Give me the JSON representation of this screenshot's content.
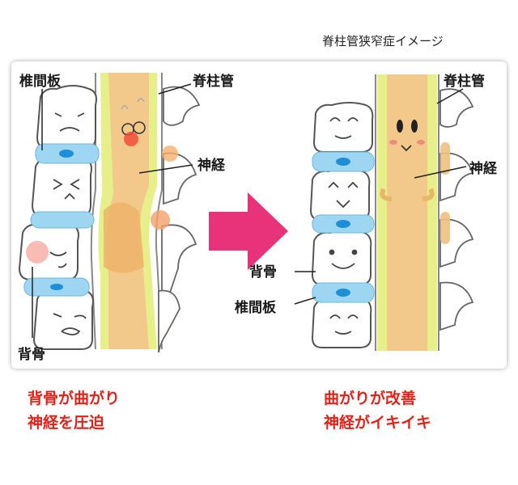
{
  "title": "脊柱管狭窄症イメージ",
  "before": {
    "labels": {
      "disc": "椎間板",
      "canal": "脊柱管",
      "nerve": "神経",
      "bone": "背骨"
    },
    "caption": [
      "背骨が曲がり",
      "神経を圧迫"
    ]
  },
  "after": {
    "labels": {
      "canal": "脊柱管",
      "nerve": "神経",
      "bone": "背骨",
      "disc": "椎間板"
    },
    "caption": [
      "曲がりが改善",
      "神経がイキイキ"
    ]
  },
  "colors": {
    "arrow": "#e8327a",
    "caption": "#e0231a",
    "canal_yellow": "#e6ef8a",
    "nerve": "#f2c98a",
    "disc": "#9ed6f2",
    "disc_core": "#1e8fd6"
  }
}
